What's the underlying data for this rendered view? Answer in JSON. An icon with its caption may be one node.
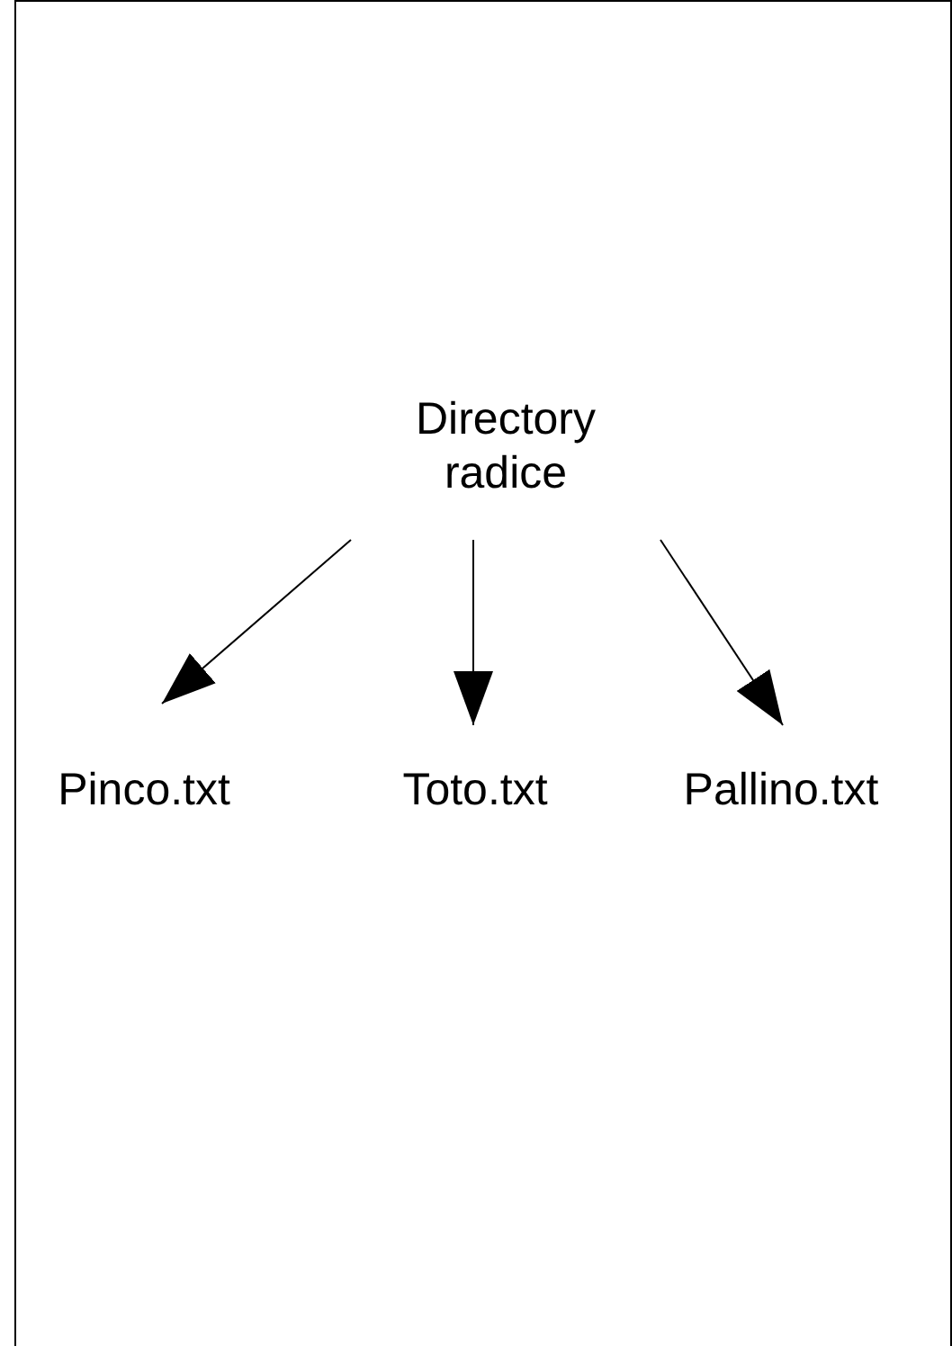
{
  "diagram": {
    "nodes": [
      {
        "text": [
          "Directory radice"
        ]
      },
      {
        "text": [
          "Pinco.txt"
        ]
      },
      {
        "text": [
          "Toto.txt"
        ]
      },
      {
        "text": [
          "Pallino.txt"
        ]
      }
    ],
    "edges": [
      {
        "from": 0,
        "to": 1,
        "arrow": "to"
      },
      {
        "from": 0,
        "to": 2,
        "arrow": "to"
      },
      {
        "from": 0,
        "to": 3,
        "arrow": "to"
      }
    ]
  }
}
